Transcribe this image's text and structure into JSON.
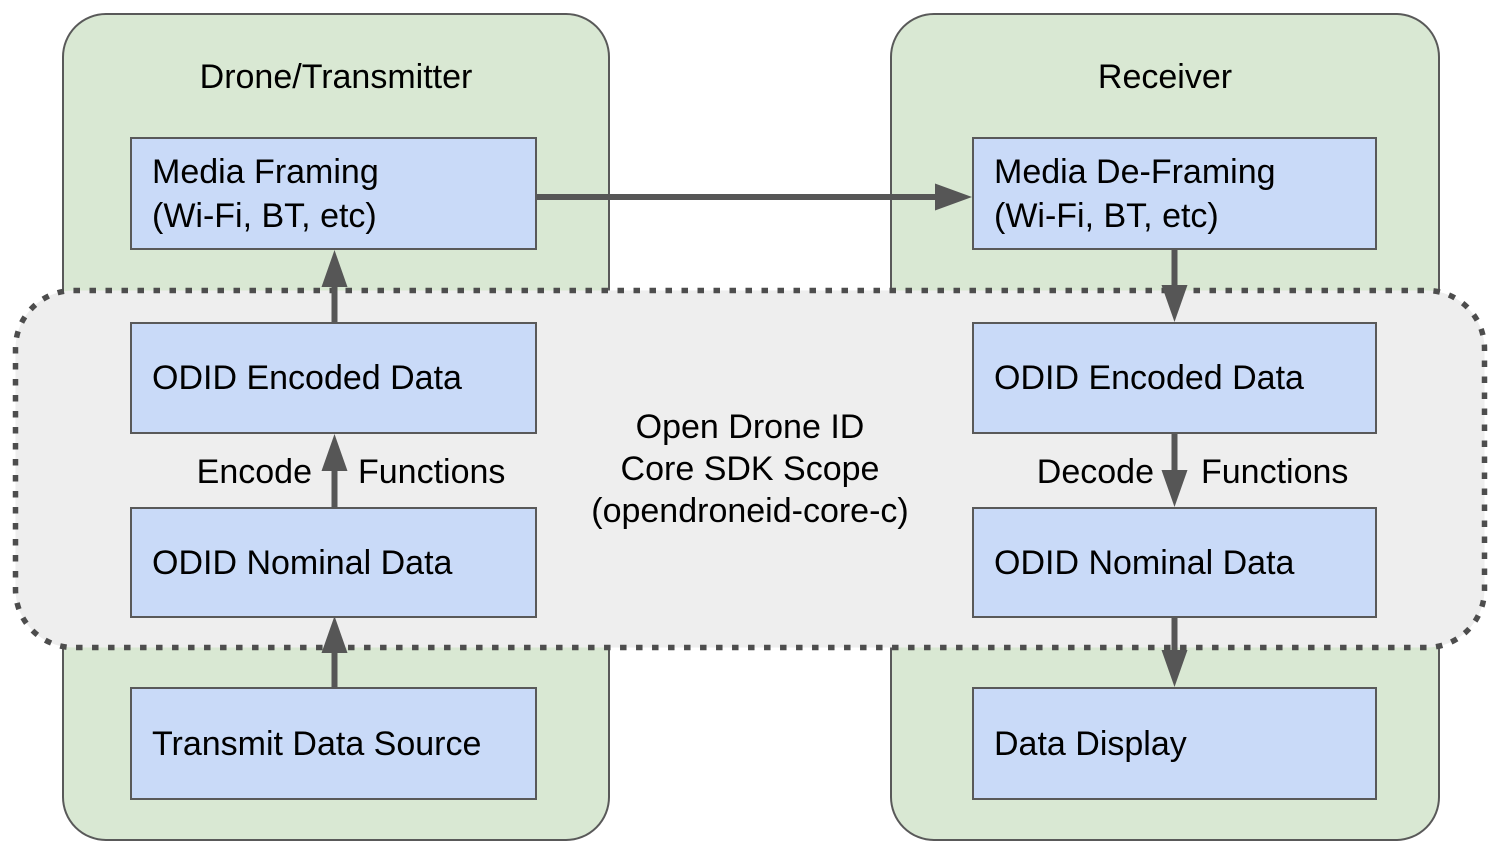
{
  "colors": {
    "background": "#ffffff",
    "group_fill": "#d9e8d3",
    "group_border": "#595959",
    "box_fill": "#c9daf8",
    "box_border": "#595959",
    "band_fill": "#eeeeee",
    "band_border": "#4d4d4d",
    "arrow": "#565656",
    "text": "#000000"
  },
  "transmitter": {
    "title": "Drone/Transmitter",
    "media_framing": "Media Framing\n(Wi-Fi, BT, etc)",
    "encoded_data": "ODID Encoded Data",
    "nominal_data": "ODID Nominal Data",
    "data_source": "Transmit Data Source",
    "encode_label": "Encode",
    "functions_label": "Functions"
  },
  "receiver": {
    "title": "Receiver",
    "media_deframing": "Media De-Framing\n(Wi-Fi, BT, etc)",
    "encoded_data": "ODID Encoded Data",
    "nominal_data": "ODID Nominal Data",
    "data_display": "Data Display",
    "decode_label": "Decode",
    "functions_label": "Functions"
  },
  "sdk_scope": {
    "label": "Open Drone ID\nCore SDK Scope\n(opendroneid-core-c)"
  }
}
